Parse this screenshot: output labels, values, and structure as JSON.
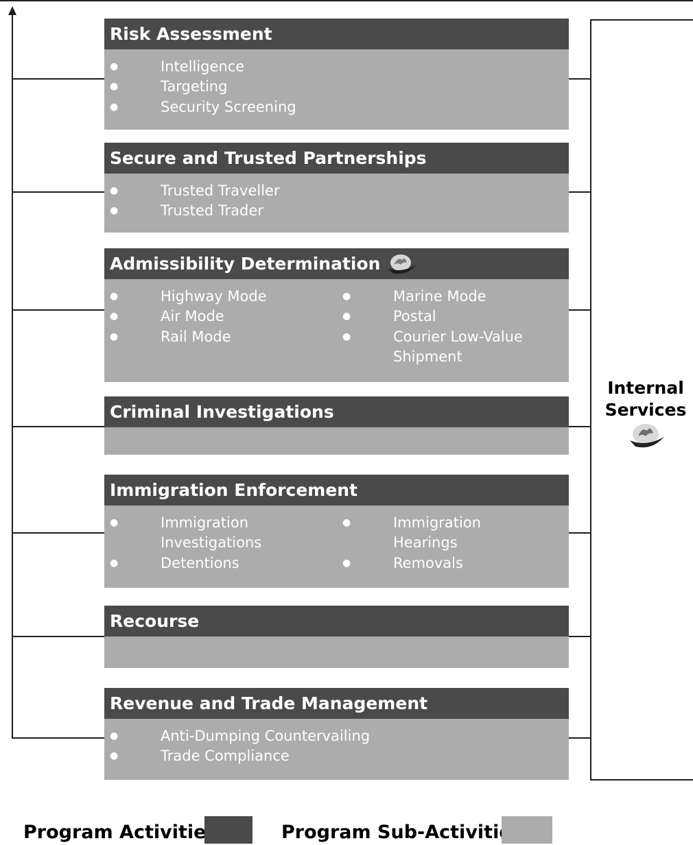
{
  "program_activities": [
    {
      "title": "Risk Assessment",
      "columns": [
        [
          "Intelligence",
          "Targeting",
          "Security Screening"
        ]
      ]
    },
    {
      "title": "Secure and Trusted Partnerships",
      "columns": [
        [
          "Trusted Traveller",
          "Trusted Trader"
        ]
      ]
    },
    {
      "title": "Admissibility Determination",
      "emblem": "leaf-emblem-icon",
      "columns": [
        [
          "Highway Mode",
          "Air Mode",
          "Rail Mode"
        ],
        [
          "Marine Mode",
          "Postal",
          "Courier Low-Value Shipment"
        ]
      ]
    },
    {
      "title": "Criminal Investigations",
      "columns": []
    },
    {
      "title": "Immigration Enforcement",
      "columns": [
        [
          "Immigration Investigations",
          "Detentions"
        ],
        [
          "Immigration Hearings",
          "Removals"
        ]
      ]
    },
    {
      "title": "Recourse",
      "columns": []
    },
    {
      "title": "Revenue and Trade Management",
      "columns": [
        [
          "Anti-Dumping Countervailing",
          "Trade Compliance"
        ]
      ]
    }
  ],
  "internal_services": {
    "line1": "Internal",
    "line2": "Services",
    "emblem": "leaf-emblem-icon"
  },
  "legend": {
    "activities_label": "Program Activities",
    "sub_activities_label": "Program Sub-Activities",
    "activities_color": "#4a4a4a",
    "sub_activities_color": "#acacac"
  },
  "colors": {
    "header": "#4a4a4a",
    "body": "#acacac",
    "text": "#ffffff",
    "lines": "#1e1e1e"
  }
}
